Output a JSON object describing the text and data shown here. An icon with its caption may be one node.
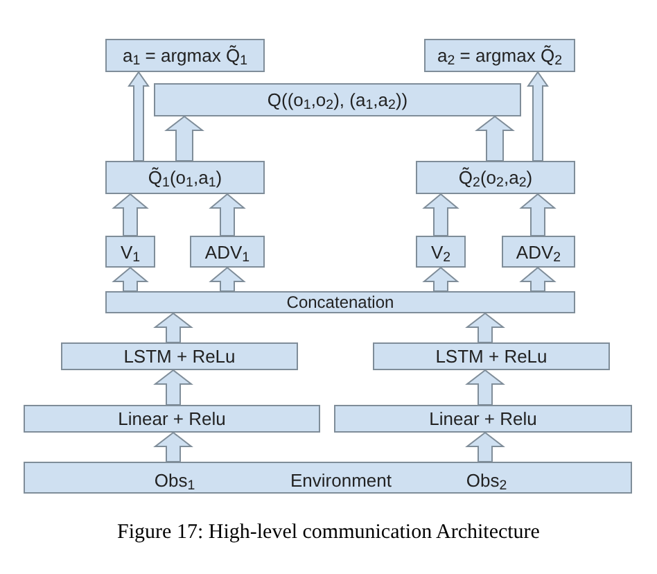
{
  "diagram": {
    "caption": "Figure 17: High-level communication Architecture",
    "nodes": [
      {
        "text": [
          "a$_{1}$ = argmax Q̃$_{1}$"
        ]
      },
      {
        "text": [
          "a$_{2}$ = argmax Q̃$_{2}$"
        ]
      },
      {
        "text": [
          "Q((o$_{1}$,o$_{2}$), (a$_{1}$,a$_{2}$))"
        ]
      },
      {
        "text": [
          "Q̃$_{1}$(o$_{1}$,a$_{1}$)"
        ]
      },
      {
        "text": [
          "Q̃$_{2}$(o$_{2}$,a$_{2}$)"
        ]
      },
      {
        "text": [
          "V$_{1}$"
        ]
      },
      {
        "text": [
          "ADV$_{1}$"
        ]
      },
      {
        "text": [
          "V$_{2}$"
        ]
      },
      {
        "text": [
          "ADV$_{2}$"
        ]
      },
      {
        "text": [
          "Concatenation"
        ]
      },
      {
        "text": [
          "LSTM + ReLu"
        ]
      },
      {
        "text": [
          "LSTM + ReLu"
        ]
      },
      {
        "text": [
          "Linear + Relu"
        ]
      },
      {
        "text": [
          "Linear + Relu"
        ]
      },
      {
        "text": [
          "Obs$_{1}$",
          "Environment",
          "Obs$_{2}$"
        ]
      }
    ],
    "edges": [
      {
        "from": 14,
        "to": 12,
        "arrow": "to"
      },
      {
        "from": 14,
        "to": 13,
        "arrow": "to"
      },
      {
        "from": 12,
        "to": 10,
        "arrow": "to"
      },
      {
        "from": 13,
        "to": 11,
        "arrow": "to"
      },
      {
        "from": 10,
        "to": 9,
        "arrow": "to"
      },
      {
        "from": 11,
        "to": 9,
        "arrow": "to"
      },
      {
        "from": 9,
        "to": 5,
        "arrow": "to"
      },
      {
        "from": 9,
        "to": 6,
        "arrow": "to"
      },
      {
        "from": 9,
        "to": 7,
        "arrow": "to"
      },
      {
        "from": 9,
        "to": 8,
        "arrow": "to"
      },
      {
        "from": 5,
        "to": 3,
        "arrow": "to"
      },
      {
        "from": 6,
        "to": 3,
        "arrow": "to"
      },
      {
        "from": 7,
        "to": 4,
        "arrow": "to"
      },
      {
        "from": 8,
        "to": 4,
        "arrow": "to"
      },
      {
        "from": 3,
        "to": 2,
        "arrow": "to"
      },
      {
        "from": 4,
        "to": 2,
        "arrow": "to"
      },
      {
        "from": 3,
        "to": 0,
        "arrow": "to"
      },
      {
        "from": 4,
        "to": 1,
        "arrow": "to"
      }
    ]
  }
}
